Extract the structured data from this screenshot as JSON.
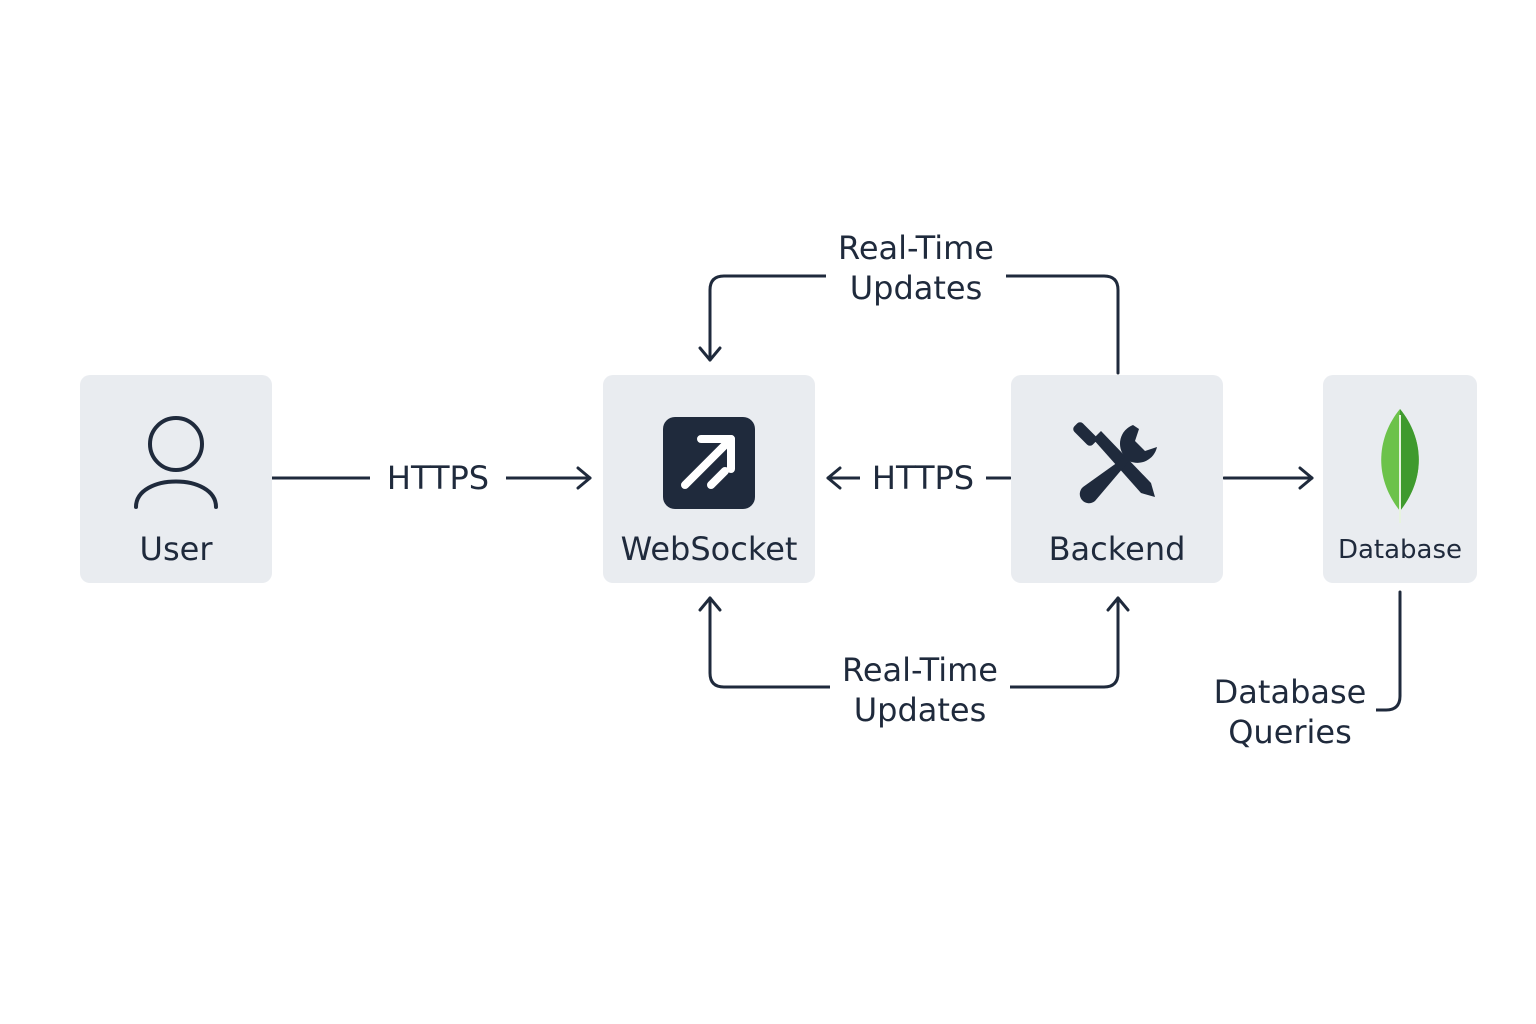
{
  "nodes": {
    "user": {
      "label": "User",
      "icon": "user-icon"
    },
    "websocket": {
      "label": "WebSocket",
      "icon": "websocket-icon"
    },
    "backend": {
      "label": "Backend",
      "icon": "wrench-screwdriver-icon"
    },
    "database": {
      "label": "Database",
      "icon": "mongodb-leaf-icon"
    }
  },
  "edges": {
    "user_to_websocket": "HTTPS",
    "backend_to_websocket": "HTTPS",
    "top_updates": {
      "line1": "Real-Time",
      "line2": "Updates"
    },
    "bottom_updates": {
      "line1": "Real-Time",
      "line2": "Updates"
    },
    "db_queries": {
      "line1": "Database",
      "line2": "Queries"
    }
  },
  "colors": {
    "node_bg": "#e9ecf0",
    "ink": "#1f2a3c",
    "leaf_light": "#6cc24a",
    "leaf_dark": "#3f9a2e"
  }
}
